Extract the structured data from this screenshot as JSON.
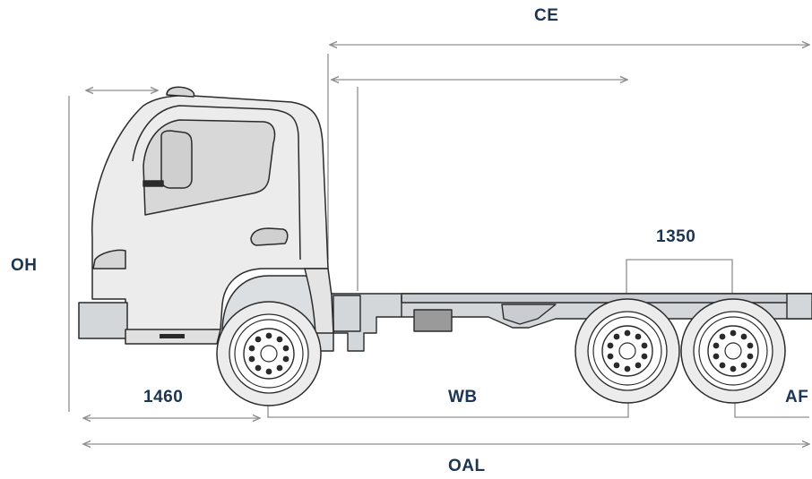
{
  "labels": {
    "ce": "CE",
    "oh": "OH",
    "bogie": "1350",
    "front_overhang": "1460",
    "wb": "WB",
    "af": "AF",
    "oal": "OAL"
  },
  "colors": {
    "label_text": "#1c3550",
    "dimension_line": "#8f8f8f",
    "outline": "#2a2a2a",
    "cab_fill": "#ececec",
    "chassis_fill": "#d4d7da",
    "window_fill": "#d8d8d8",
    "tank_fill": "#9a9a9a"
  }
}
